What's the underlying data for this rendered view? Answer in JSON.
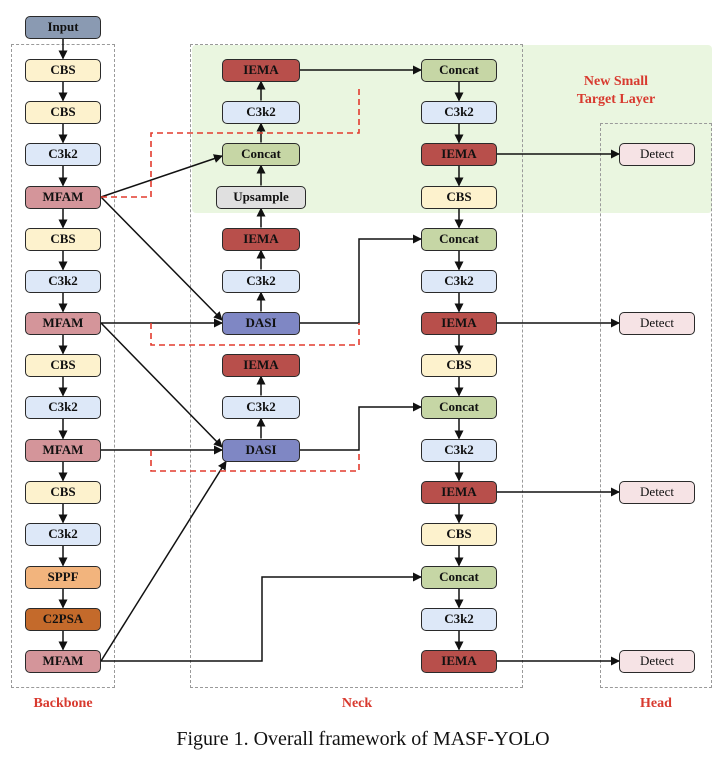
{
  "caption": "Figure 1. Overall framework of MASF-YOLO",
  "sections": {
    "backbone": "Backbone",
    "neck": "Neck",
    "head": "Head",
    "new_layer_line1": "New Small",
    "new_layer_line2": "Target Layer"
  },
  "backbone": [
    "Input",
    "CBS",
    "CBS",
    "C3k2",
    "MFAM",
    "CBS",
    "C3k2",
    "MFAM",
    "CBS",
    "C3k2",
    "MFAM",
    "CBS",
    "C3k2",
    "SPPF",
    "C2PSA",
    "MFAM"
  ],
  "neck_left": [
    "IEMA",
    "C3k2",
    "Concat",
    "Upsample",
    "IEMA",
    "C3k2",
    "DASI",
    "IEMA",
    "C3k2",
    "DASI"
  ],
  "neck_right": [
    "Concat",
    "C3k2",
    "IEMA",
    "CBS",
    "Concat",
    "C3k2",
    "IEMA",
    "CBS",
    "Concat",
    "C3k2",
    "IEMA",
    "CBS",
    "Concat",
    "C3k2",
    "IEMA"
  ],
  "head": [
    "Detect",
    "Detect",
    "Detect",
    "Detect"
  ],
  "colors": {
    "input": "#8a9ab2",
    "cbs": "#fdf2cd",
    "c3k2": "#dde8f8",
    "mfam": "#d4959a",
    "sppf": "#f2b47d",
    "c2psa": "#c46a2b",
    "iema": "#b84f4b",
    "concat": "#c6d6a5",
    "upsample": "#e0e0e0",
    "dasi": "#7f87c4",
    "detect": "#f6e3e5",
    "section_label": "#d83a2f",
    "small_target_region": "#eaf6e0",
    "dashed_red": "#e23b2e"
  }
}
